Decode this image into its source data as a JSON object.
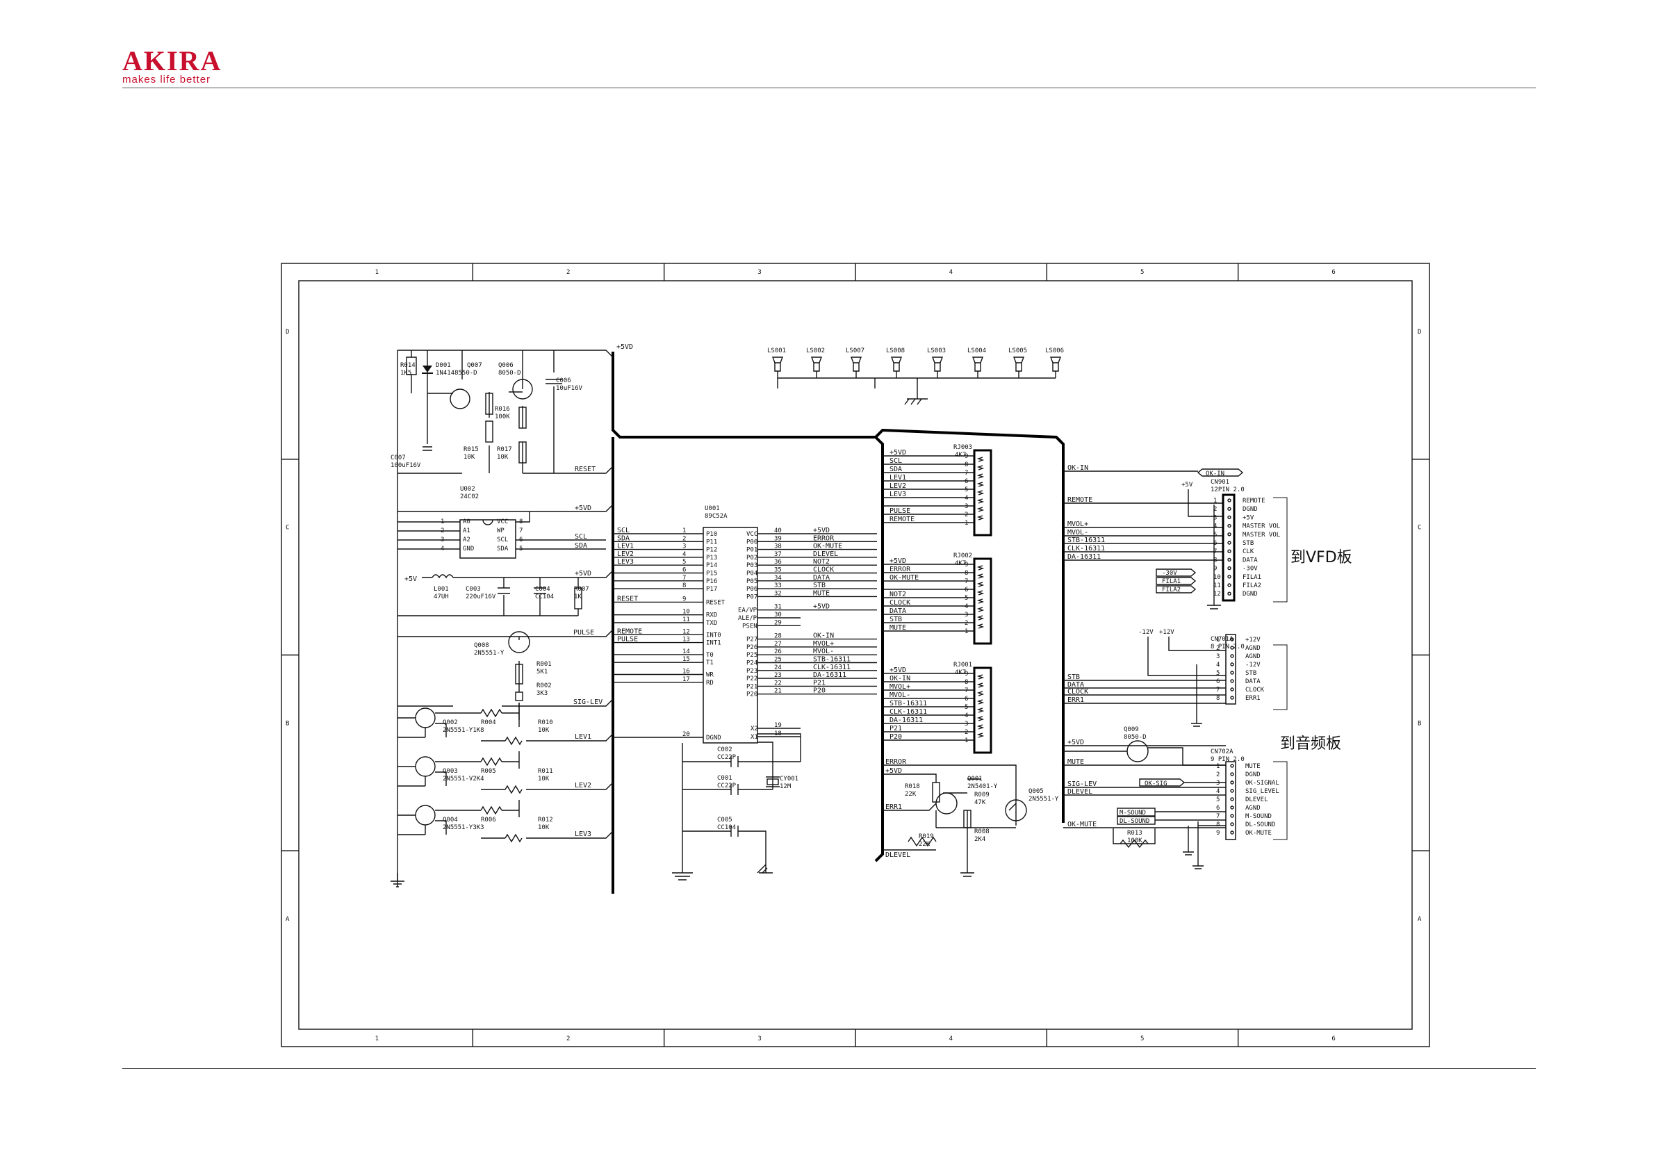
{
  "header": {
    "brand": "AKIRA",
    "tagline": "makes life better"
  },
  "frame": {
    "cols": [
      "1",
      "2",
      "3",
      "4",
      "5",
      "6"
    ],
    "rows": [
      "D",
      "C",
      "B",
      "A"
    ]
  },
  "speakers": [
    "LS001",
    "LS002",
    "LS007",
    "LS008",
    "LS003",
    "LS004",
    "LS005",
    "LS006"
  ],
  "power": {
    "r014": [
      "R014",
      "1K5"
    ],
    "d001": [
      "D001",
      "1N4148550-D"
    ],
    "q007": "Q007",
    "q006": [
      "Q006",
      "8050-D"
    ],
    "c006": [
      "C006",
      "10uF16V"
    ],
    "r016": [
      "R016",
      "100K"
    ],
    "r015": [
      "R015",
      "10K"
    ],
    "r017": [
      "R017",
      "10K"
    ],
    "c007": [
      "C007",
      "100uF16V"
    ],
    "net_5vd": "+5VD",
    "net_reset": "RESET"
  },
  "eeprom": {
    "ref": "U002",
    "part": "24C02",
    "left_pins": [
      [
        "1",
        "A0"
      ],
      [
        "2",
        "A1"
      ],
      [
        "3",
        "A2"
      ],
      [
        "4",
        "GND"
      ]
    ],
    "right_pins": [
      [
        "8",
        "VCC"
      ],
      [
        "7",
        "WP"
      ],
      [
        "6",
        "SCL"
      ],
      [
        "5",
        "SDA"
      ]
    ],
    "nets": [
      "+5VD",
      "SCL",
      "SDA"
    ]
  },
  "supply": {
    "plus5v": "+5V",
    "l001": [
      "L001",
      "47UH"
    ],
    "c003": [
      "C003",
      "220uF16V"
    ],
    "c004": [
      "C004",
      "CC104"
    ],
    "r007": [
      "R007",
      "1K"
    ],
    "net_5vd": "+5VD"
  },
  "q008": {
    "ref": "Q008",
    "part": "2N5551-Y",
    "r001": [
      "R001",
      "5K1"
    ],
    "r002": [
      "R002",
      "3K3"
    ],
    "pulse": "PULSE",
    "sig_lev": "SIG-LEV"
  },
  "level_stages": [
    {
      "q": "Q002",
      "part": "2N5551-Y1K8",
      "r": "R004",
      "r2": "R010",
      "v": "10K",
      "net": "LEV1"
    },
    {
      "q": "Q003",
      "part": "2N5551-V2K4",
      "r": "R005",
      "r2": "R011",
      "v": "10K",
      "net": "LEV2"
    },
    {
      "q": "Q004",
      "part": "2N5551-Y3K3",
      "r": "R006",
      "r2": "R012",
      "v": "10K",
      "net": "LEV3"
    }
  ],
  "mcu": {
    "ref": "U001",
    "part": "89C52A",
    "left_nets": [
      "SCL",
      "SDA",
      "LEV1",
      "LEV2",
      "LEV3",
      "",
      "",
      "",
      "RESET",
      "",
      "",
      "REMOTE",
      "PULSE",
      "",
      "",
      "",
      "",
      "",
      "",
      "DGND"
    ],
    "left_pins": [
      [
        "1",
        "P10"
      ],
      [
        "2",
        "P11"
      ],
      [
        "3",
        "P12"
      ],
      [
        "4",
        "P13"
      ],
      [
        "5",
        "P14"
      ],
      [
        "6",
        "P15"
      ],
      [
        "7",
        "P16"
      ],
      [
        "8",
        "P17"
      ],
      [
        "9",
        "RESET"
      ],
      [
        "10",
        "RXD"
      ],
      [
        "11",
        "TXD"
      ],
      [
        "12",
        "INT0"
      ],
      [
        "13",
        "INT1"
      ],
      [
        "14",
        "T0"
      ],
      [
        "15",
        "T1"
      ],
      [
        "16",
        "WR"
      ],
      [
        "17",
        "RD"
      ],
      [
        "20",
        "DGND"
      ]
    ],
    "right_pins": [
      [
        "40",
        "VCC",
        "+5VD"
      ],
      [
        "39",
        "P00",
        "ERROR"
      ],
      [
        "38",
        "P01",
        "OK-MUTE"
      ],
      [
        "37",
        "P02",
        "DLEVEL"
      ],
      [
        "36",
        "P03",
        "NOT2"
      ],
      [
        "35",
        "P04",
        "CLOCK"
      ],
      [
        "34",
        "P05",
        "DATA"
      ],
      [
        "33",
        "P06",
        "STB"
      ],
      [
        "32",
        "P07",
        "MUTE"
      ],
      [
        "31",
        "EA/VP",
        "+5VD"
      ],
      [
        "30",
        "ALE/P",
        ""
      ],
      [
        "29",
        "PSEN",
        ""
      ],
      [
        "28",
        "P27",
        "OK-IN"
      ],
      [
        "27",
        "P26",
        "MVOL+"
      ],
      [
        "26",
        "P25",
        "MVOL-"
      ],
      [
        "25",
        "P24",
        "STB-16311"
      ],
      [
        "24",
        "P23",
        "CLK-16311"
      ],
      [
        "23",
        "P22",
        "DA-16311"
      ],
      [
        "22",
        "P21",
        "P21"
      ],
      [
        "21",
        "P20",
        "P20"
      ],
      [
        "19",
        "X2",
        ""
      ],
      [
        "18",
        "X1",
        ""
      ]
    ]
  },
  "crystal": {
    "c002": [
      "C002",
      "CC22P"
    ],
    "c001": [
      "C001",
      "CC22P"
    ],
    "cy001": [
      "CY001",
      "12M"
    ],
    "c005": [
      "C005",
      "CC104"
    ]
  },
  "resnets": [
    {
      "ref": "RJ003",
      "val": "4K7",
      "nets": [
        "+5VD",
        "SCL",
        "SDA",
        "LEV1",
        "LEV2",
        "LEV3",
        "",
        "PULSE",
        "REMOTE"
      ]
    },
    {
      "ref": "RJ002",
      "val": "4K7",
      "nets": [
        "+5VD",
        "ERROR",
        "OK-MUTE",
        "",
        "NOT2",
        "CLOCK",
        "DATA",
        "STB",
        "MUTE"
      ]
    },
    {
      "ref": "RJ001",
      "val": "4K7",
      "nets": [
        "+5VD",
        "OK-IN",
        "MVOL+",
        "MVOL-",
        "STB-16311",
        "CLK-16311",
        "DA-16311",
        "P21",
        "P20"
      ]
    }
  ],
  "error_ckt": {
    "net_error": "ERROR",
    "net_5vd": "+5VD",
    "r018": [
      "R018",
      "22K"
    ],
    "err1": "ERR1",
    "q001": [
      "Q001",
      "2N5401-Y"
    ],
    "r009": [
      "R009",
      "47K"
    ],
    "q005": [
      "Q005",
      "2N5551-Y"
    ],
    "r019": [
      "R019",
      "22K"
    ],
    "r008": [
      "R008",
      "2K4"
    ],
    "dlevel": "DLEVEL"
  },
  "right_nets": [
    "OK-IN",
    "REMOTE",
    "MVOL+",
    "MVOL-",
    "STB-16311",
    "CLK-16311",
    "DA-16311",
    "STB",
    "DATA",
    "CLOCK",
    "ERR1",
    "+5VD",
    "MUTE",
    "SIG-LEV",
    "DLEVEL",
    "OK-MUTE"
  ],
  "cn901": {
    "ref": "CN901",
    "spec": "12PIN 2.0",
    "pins": [
      "1",
      "2",
      "3",
      "4",
      "5",
      "6",
      "7",
      "8",
      "9",
      "10",
      "11",
      "12"
    ],
    "labels": [
      "REMOTE",
      "DGND",
      "+5V",
      "MASTER VOL",
      "MASTER VOL",
      "STB",
      "CLK",
      "DATA",
      "-30V",
      "FILA1",
      "FILA2",
      "DGND"
    ],
    "extra": {
      "okin": "OK-IN",
      "plus5v": "+5V",
      "m30v": "-30V",
      "fila1": "FILA1",
      "fila2": "FILA2"
    },
    "dest": "到VFD板"
  },
  "cn701": {
    "ref": "CN701A",
    "spec": "8 PIN 2.0",
    "pins": [
      "1",
      "2",
      "3",
      "4",
      "5",
      "6",
      "7",
      "8"
    ],
    "labels": [
      "+12V",
      "AGND",
      "AGND",
      "-12V",
      "STB",
      "DATA",
      "CLOCK",
      "ERR1"
    ],
    "supplies": [
      "-12V",
      "+12V"
    ]
  },
  "q009": [
    "Q009",
    "8050-D"
  ],
  "cn702": {
    "ref": "CN702A",
    "spec": "9 PIN 2.0",
    "pins": [
      "1",
      "2",
      "3",
      "4",
      "5",
      "6",
      "7",
      "8",
      "9"
    ],
    "labels": [
      "MUTE",
      "DGND",
      "OK-SIGNAL",
      "SIG_LEVEL",
      "DLEVEL",
      "AGND",
      "M-SOUND",
      "DL-SOUND",
      "OK-MUTE"
    ],
    "extra": {
      "oksig": "OK-SIG",
      "msound": "M-SOUND",
      "dlsound": "DL-SOUND",
      "r013": "R013",
      "r013v": "100K"
    },
    "dest": "到音频板"
  }
}
